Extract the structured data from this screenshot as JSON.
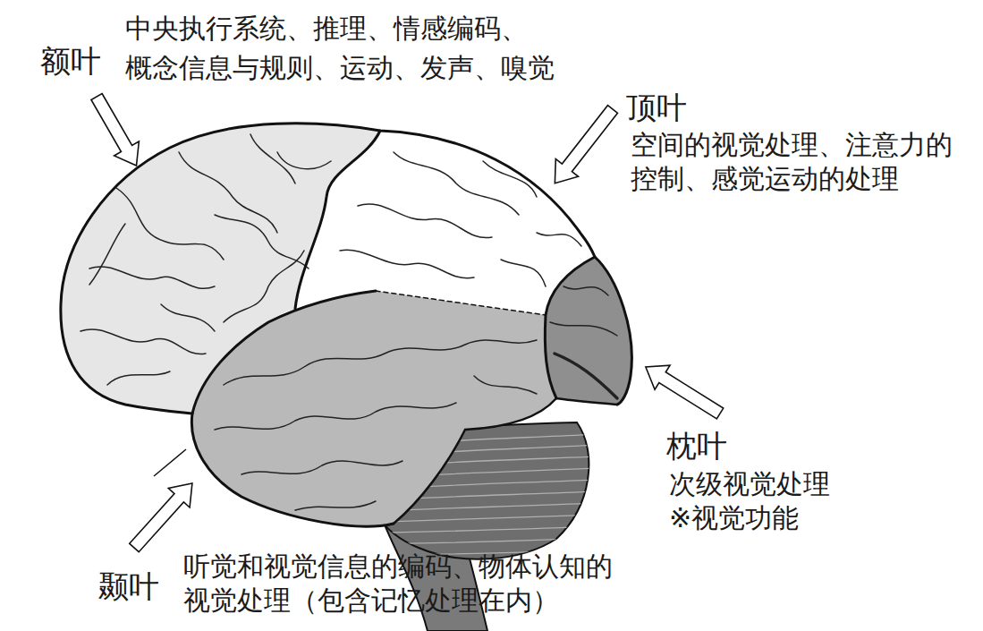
{
  "diagram": {
    "labels": [
      "额叶",
      "中央执行系统、推理、情感编码、 概念信息与规则、运动、发声、嗅觉",
      "顶叶",
      "空间的视觉处理、注意力的 控制、感觉运动的处理",
      "枕叶",
      "次级视觉处理 ※视觉功能",
      "颞叶",
      "听觉和视觉信息的编码、物体认知的 视觉处理（包含记忆处理在内）"
    ]
  }
}
